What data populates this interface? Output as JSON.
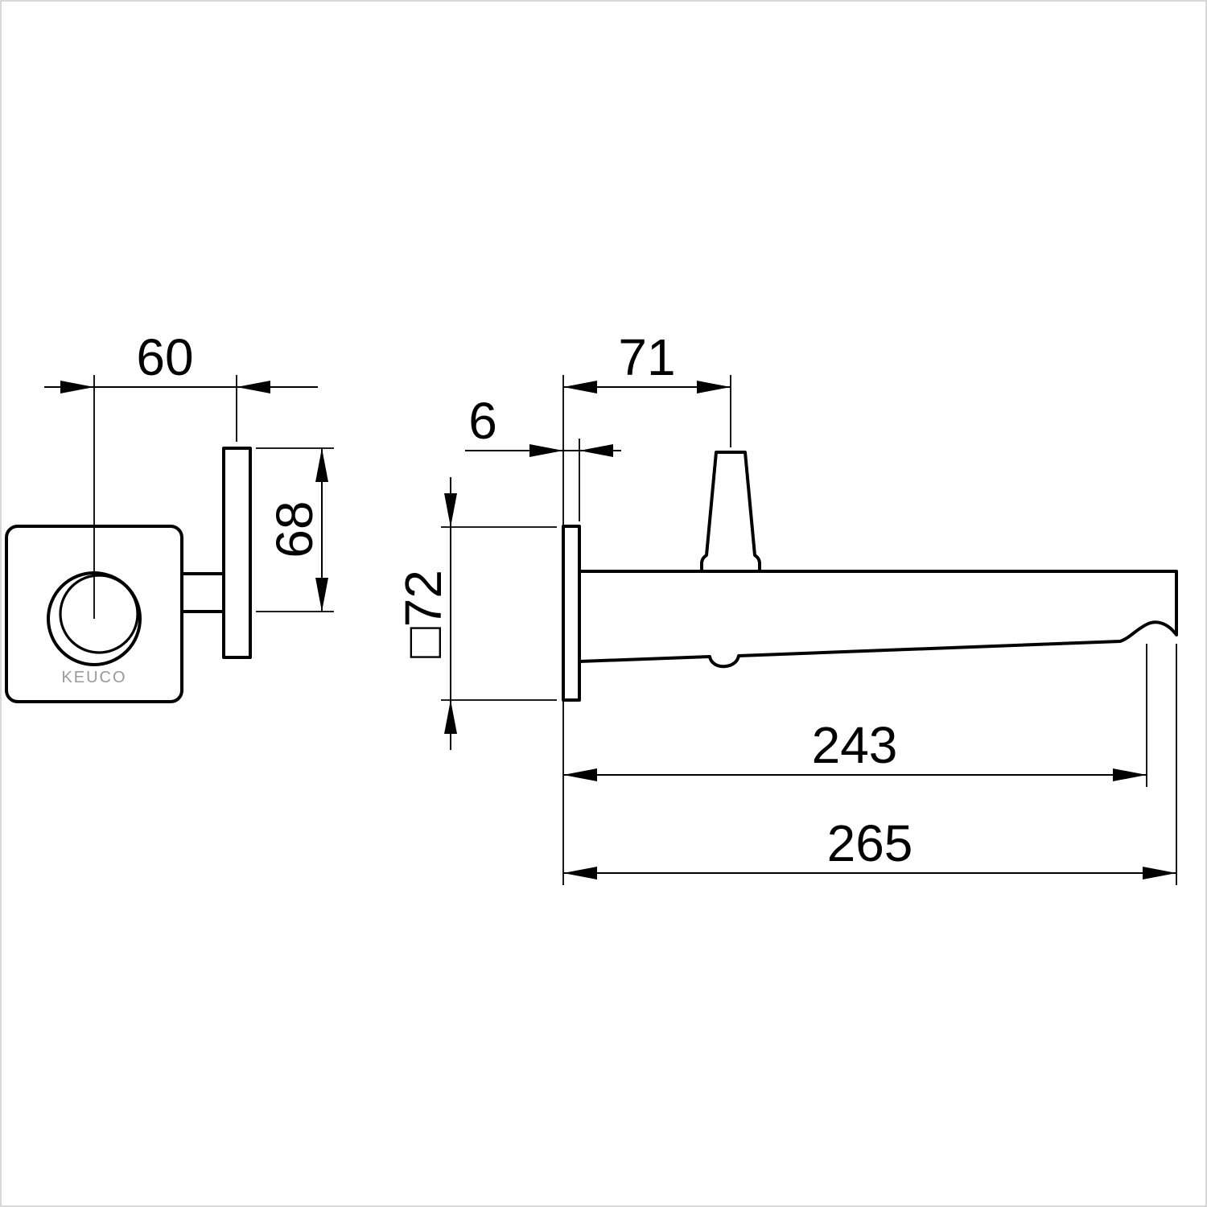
{
  "drawing": {
    "brand": "KEUCO",
    "dimensions": {
      "d60": "60",
      "d68": "68",
      "d71": "71",
      "d6": "6",
      "d72": "□72",
      "d243": "243",
      "d265": "265"
    },
    "colors": {
      "line": "#000000",
      "background": "#ffffff",
      "brand_gray": "#9a9a9a",
      "border_gray": "#cccccc"
    }
  }
}
